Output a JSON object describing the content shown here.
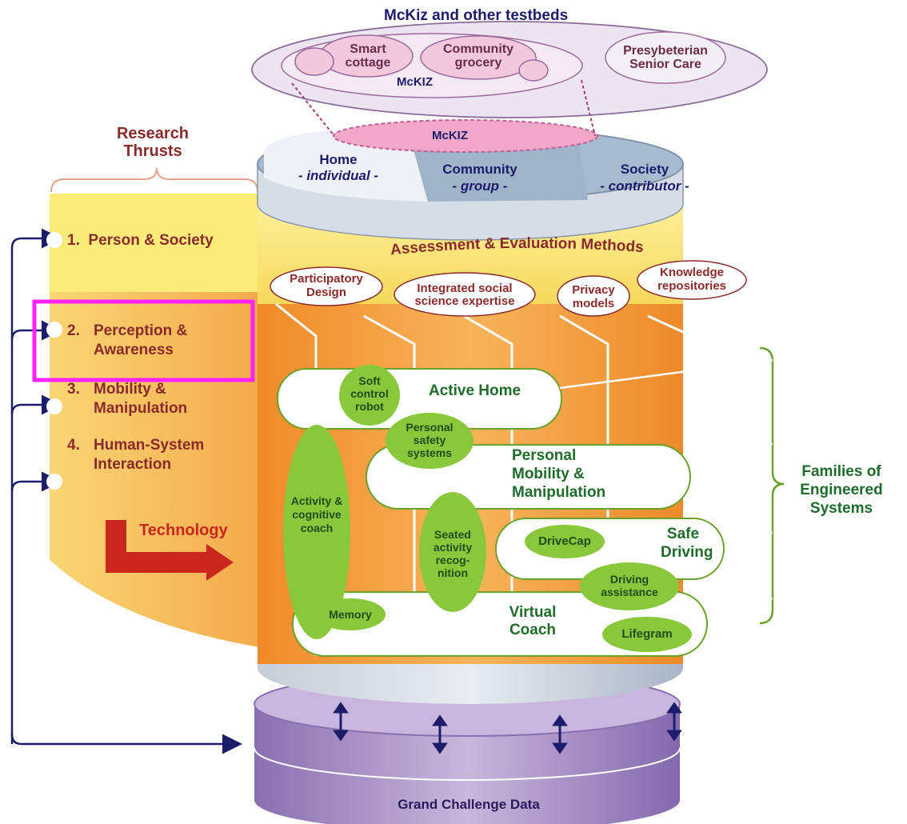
{
  "testbeds": {
    "title": "McKiz and other testbeds",
    "smart_cottage": "Smart\ncottage",
    "community_grocery": "Community\ngrocery",
    "mckiz_label": "McKIZ",
    "presbyterian": "Presybeterian\nSenior Care"
  },
  "research_thrusts": {
    "title": "Research\nThrusts",
    "items": [
      {
        "number": "1.",
        "label": "Person & Society"
      },
      {
        "number": "2.",
        "label": "Perception &\nAwareness"
      },
      {
        "number": "3.",
        "label": "Mobility &\nManipulation"
      },
      {
        "number": "4.",
        "label": "Human-System\nInteraction"
      }
    ],
    "technology": "Technology",
    "highlighted_item": "2. Perception & Awareness"
  },
  "cylinder_top": {
    "mckiz": "McKIZ",
    "home": "Home",
    "home_sub": "- individual -",
    "community": "Community",
    "community_sub": "- group -",
    "society": "Society",
    "society_sub": "- contributor -"
  },
  "assessment": {
    "title": "Assessment & Evaluation Methods",
    "methods": [
      "Participatory\nDesign",
      "Integrated social\nscience expertise",
      "Privacy\nmodels",
      "Knowledge\nrepositories"
    ]
  },
  "systems": {
    "active_home": "Active Home",
    "personal_mobility": "Personal\nMobility &\nManipulation",
    "safe_driving": "Safe\nDriving",
    "virtual_coach": "Virtual\nCoach"
  },
  "components": {
    "soft_control_robot": "Soft\ncontrol\nrobot",
    "personal_safety": "Personal\nsafety\nsystems",
    "activity_coach": "Activity &\ncognitive\ncoach",
    "seated_activity": "Seated\nactivity\nrecog-\nnition",
    "drivecap": "DriveCap",
    "driving_assistance": "Driving\nassistance",
    "memory": "Memory",
    "lifegram": "Lifegram"
  },
  "families": "Families of\nEngineered\nSystems",
  "grand_challenge": "Grand Challenge Data",
  "colors": {
    "maroon": "#8b2a2a",
    "green_text": "#1e6b2a",
    "green_fill": "#7cbf2f",
    "navy": "#1c1c6b",
    "orange": "#f29a3a",
    "yellow": "#fbec7a",
    "purple": "#9a82b8",
    "highlight": "#ff22ff"
  }
}
